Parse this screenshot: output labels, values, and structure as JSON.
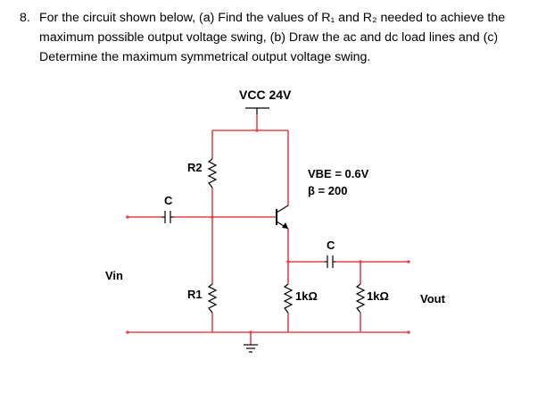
{
  "question": {
    "number": "8.",
    "lines": [
      "For the circuit shown below, (a) Find the values of R₁ and R₂ needed to achieve the",
      "maximum possible output voltage swing, (b) Draw the ac and dc load lines and (c)",
      "Determine the maximum symmetrical output voltage swing."
    ]
  },
  "circuit": {
    "vcc_label": "VCC 24V",
    "r2_label": "R2",
    "r1_label": "R1",
    "cin_label": "C",
    "cout_label": "C",
    "vbe_label": "VBE = 0.6V",
    "beta_label": "β = 200",
    "re_label": "1kΩ",
    "rl_label": "1kΩ",
    "vin_label": "Vin",
    "vout_label": "Vout",
    "wire_color": "#e8454a"
  }
}
